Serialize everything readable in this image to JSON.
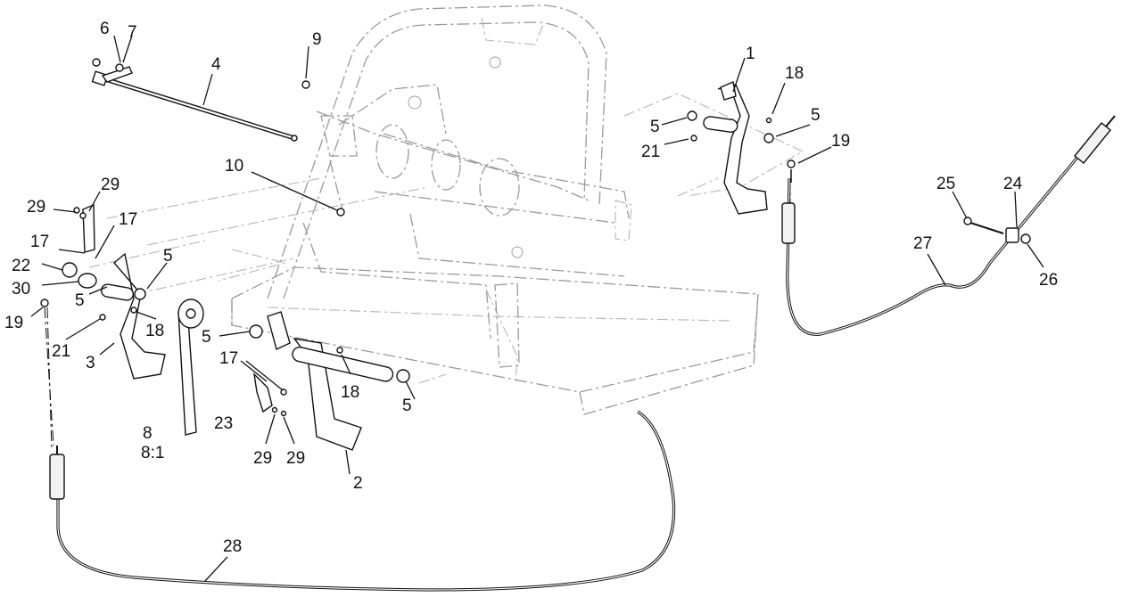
{
  "diagram": {
    "callouts": [
      {
        "id": "c-1",
        "text": "1"
      },
      {
        "id": "c-2",
        "text": "2"
      },
      {
        "id": "c-3",
        "text": "3"
      },
      {
        "id": "c-4",
        "text": "4"
      },
      {
        "id": "c-5a",
        "text": "5"
      },
      {
        "id": "c-5b",
        "text": "5"
      },
      {
        "id": "c-5c",
        "text": "5"
      },
      {
        "id": "c-5d",
        "text": "5"
      },
      {
        "id": "c-5e",
        "text": "5"
      },
      {
        "id": "c-5f",
        "text": "5"
      },
      {
        "id": "c-6",
        "text": "6"
      },
      {
        "id": "c-7",
        "text": "7"
      },
      {
        "id": "c-8",
        "text": "8"
      },
      {
        "id": "c-8-1",
        "text": "8:1"
      },
      {
        "id": "c-9",
        "text": "9"
      },
      {
        "id": "c-10",
        "text": "10"
      },
      {
        "id": "c-17a",
        "text": "17"
      },
      {
        "id": "c-17b",
        "text": "17"
      },
      {
        "id": "c-17c",
        "text": "17"
      },
      {
        "id": "c-18a",
        "text": "18"
      },
      {
        "id": "c-18b",
        "text": "18"
      },
      {
        "id": "c-18c",
        "text": "18"
      },
      {
        "id": "c-19a",
        "text": "19"
      },
      {
        "id": "c-19b",
        "text": "19"
      },
      {
        "id": "c-21a",
        "text": "21"
      },
      {
        "id": "c-21b",
        "text": "21"
      },
      {
        "id": "c-22",
        "text": "22"
      },
      {
        "id": "c-23",
        "text": "23"
      },
      {
        "id": "c-24",
        "text": "24"
      },
      {
        "id": "c-25",
        "text": "25"
      },
      {
        "id": "c-26",
        "text": "26"
      },
      {
        "id": "c-27",
        "text": "27"
      },
      {
        "id": "c-28",
        "text": "28"
      },
      {
        "id": "c-29a",
        "text": "29"
      },
      {
        "id": "c-29b",
        "text": "29"
      },
      {
        "id": "c-29c",
        "text": "29"
      },
      {
        "id": "c-29d",
        "text": "29"
      },
      {
        "id": "c-30",
        "text": "30"
      }
    ]
  }
}
